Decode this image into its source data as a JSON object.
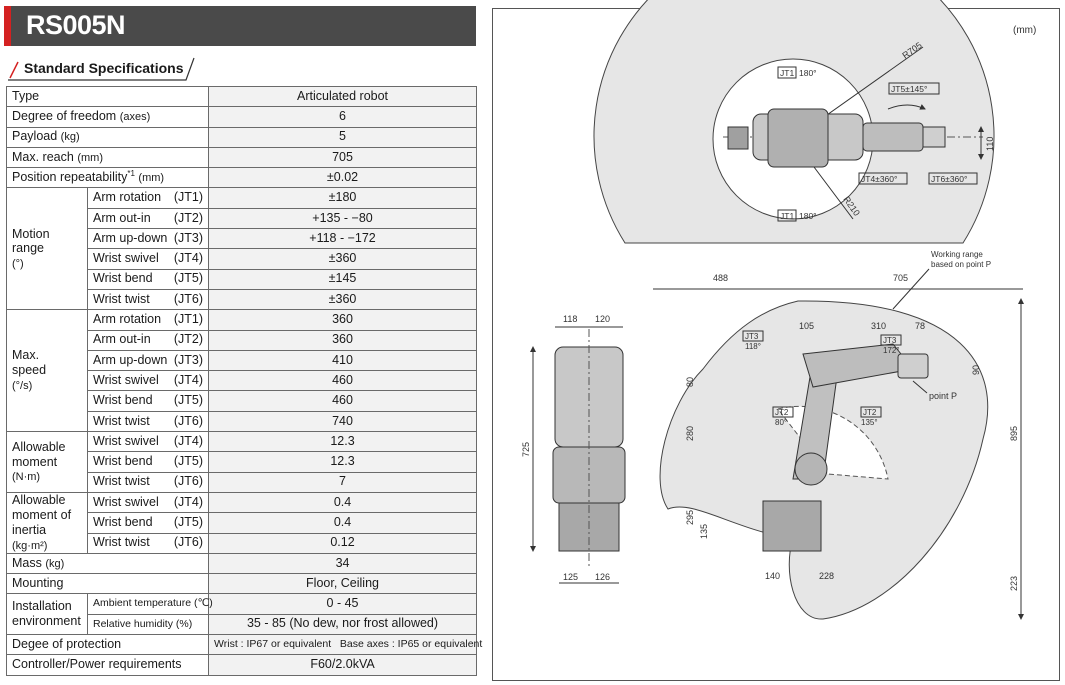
{
  "header": {
    "title": "RS005N"
  },
  "section": {
    "title": "Standard Specifications"
  },
  "spec": {
    "type": {
      "label": "Type",
      "value": "Articulated robot"
    },
    "dof": {
      "label": "Degree of freedom",
      "unit": "(axes)",
      "value": "6"
    },
    "payload": {
      "label": "Payload",
      "unit": "(kg)",
      "value": "5"
    },
    "reach": {
      "label": "Max. reach",
      "unit": "(mm)",
      "value": "705"
    },
    "repeat": {
      "label": "Position repeatability",
      "sup": "*1",
      "unit": "(mm)",
      "value": "±0.02"
    },
    "motion": {
      "label1": "Motion",
      "label2": "range",
      "unit": "(°)",
      "rows": [
        {
          "name": "Arm rotation",
          "jt": "(JT1)",
          "value": "±180"
        },
        {
          "name": "Arm out-in",
          "jt": "(JT2)",
          "value": "+135 - −80"
        },
        {
          "name": "Arm up-down",
          "jt": "(JT3)",
          "value": "+118 - −172"
        },
        {
          "name": "Wrist swivel",
          "jt": "(JT4)",
          "value": "±360"
        },
        {
          "name": "Wrist bend",
          "jt": "(JT5)",
          "value": "±145"
        },
        {
          "name": "Wrist twist",
          "jt": "(JT6)",
          "value": "±360"
        }
      ]
    },
    "speed": {
      "label1": "Max.",
      "label2": "speed",
      "unit": "(°/s)",
      "rows": [
        {
          "name": "Arm rotation",
          "jt": "(JT1)",
          "value": "360"
        },
        {
          "name": "Arm out-in",
          "jt": "(JT2)",
          "value": "360"
        },
        {
          "name": "Arm up-down",
          "jt": "(JT3)",
          "value": "410"
        },
        {
          "name": "Wrist swivel",
          "jt": "(JT4)",
          "value": "460"
        },
        {
          "name": "Wrist bend",
          "jt": "(JT5)",
          "value": "460"
        },
        {
          "name": "Wrist twist",
          "jt": "(JT6)",
          "value": "740"
        }
      ]
    },
    "moment": {
      "label1": "Allowable",
      "label2": "moment",
      "unit": "(N·m)",
      "rows": [
        {
          "name": "Wrist swivel",
          "jt": "(JT4)",
          "value": "12.3"
        },
        {
          "name": "Wrist bend",
          "jt": "(JT5)",
          "value": "12.3"
        },
        {
          "name": "Wrist twist",
          "jt": "(JT6)",
          "value": "7"
        }
      ]
    },
    "inertia": {
      "label1": "Allowable",
      "label2": "moment of",
      "label3": "inertia",
      "unit": "(kg·m²)",
      "rows": [
        {
          "name": "Wrist swivel",
          "jt": "(JT4)",
          "value": "0.4"
        },
        {
          "name": "Wrist bend",
          "jt": "(JT5)",
          "value": "0.4"
        },
        {
          "name": "Wrist twist",
          "jt": "(JT6)",
          "value": "0.12"
        }
      ]
    },
    "mass": {
      "label": "Mass",
      "unit": "(kg)",
      "value": "34"
    },
    "mounting": {
      "label": "Mounting",
      "value": "Floor, Ceiling"
    },
    "install": {
      "label1": "Installation",
      "label2": "environment",
      "rows": [
        {
          "name": "Ambient temperature (℃)",
          "value": "0 - 45"
        },
        {
          "name": "Relative humidity (%)",
          "value": "35 - 85 (No dew, nor frost allowed)"
        }
      ]
    },
    "protection": {
      "label": "Degee of protection",
      "value": "Wrist : IP67 or equivalent   Base axes : IP65 or equivalent"
    },
    "power": {
      "label": "Controller/Power requirements",
      "value": "F60/2.0kVA"
    }
  },
  "drawing": {
    "unit": "(mm)",
    "top": {
      "r705": "R705",
      "r210": "R210",
      "jt1a": "JT1",
      "jt1a_v": "180°",
      "jt1b": "JT1",
      "jt1b_v": "180°",
      "jt5": "JT5±145°",
      "jt4": "JT4±360°",
      "jt6": "JT6±360°",
      "d110": "110"
    },
    "front": {
      "w118": "118",
      "w120": "120",
      "h725": "725",
      "w125": "125",
      "w126": "126"
    },
    "side": {
      "d488": "488",
      "d705": "705",
      "d105": "105",
      "d310": "310",
      "d78": "78",
      "d90": "90",
      "d80": "80",
      "d280": "280",
      "d295": "295",
      "d135": "135",
      "d140": "140",
      "d228": "228",
      "d895": "895",
      "d223": "223",
      "jt3a": "JT3",
      "jt3a_v": "118°",
      "jt3b": "JT3",
      "jt3b_v": "172°",
      "jt2a": "JT2",
      "jt2a_v": "80°",
      "jt2b": "JT2",
      "jt2b_v": "135°",
      "wr1": "Working range",
      "wr2": "based on point P",
      "pointp": "point P"
    }
  }
}
